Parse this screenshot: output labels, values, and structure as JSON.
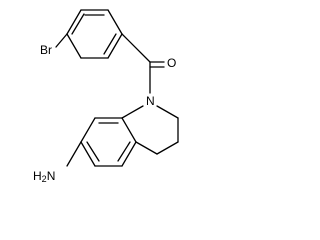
{
  "molecule": {
    "atoms": {
      "bromine": "Br",
      "oxygen": "O",
      "nitrogen": "N",
      "amine": "H2N"
    },
    "colors": {
      "bond": "#000000",
      "label": "#000000",
      "background": "#ffffff"
    }
  }
}
